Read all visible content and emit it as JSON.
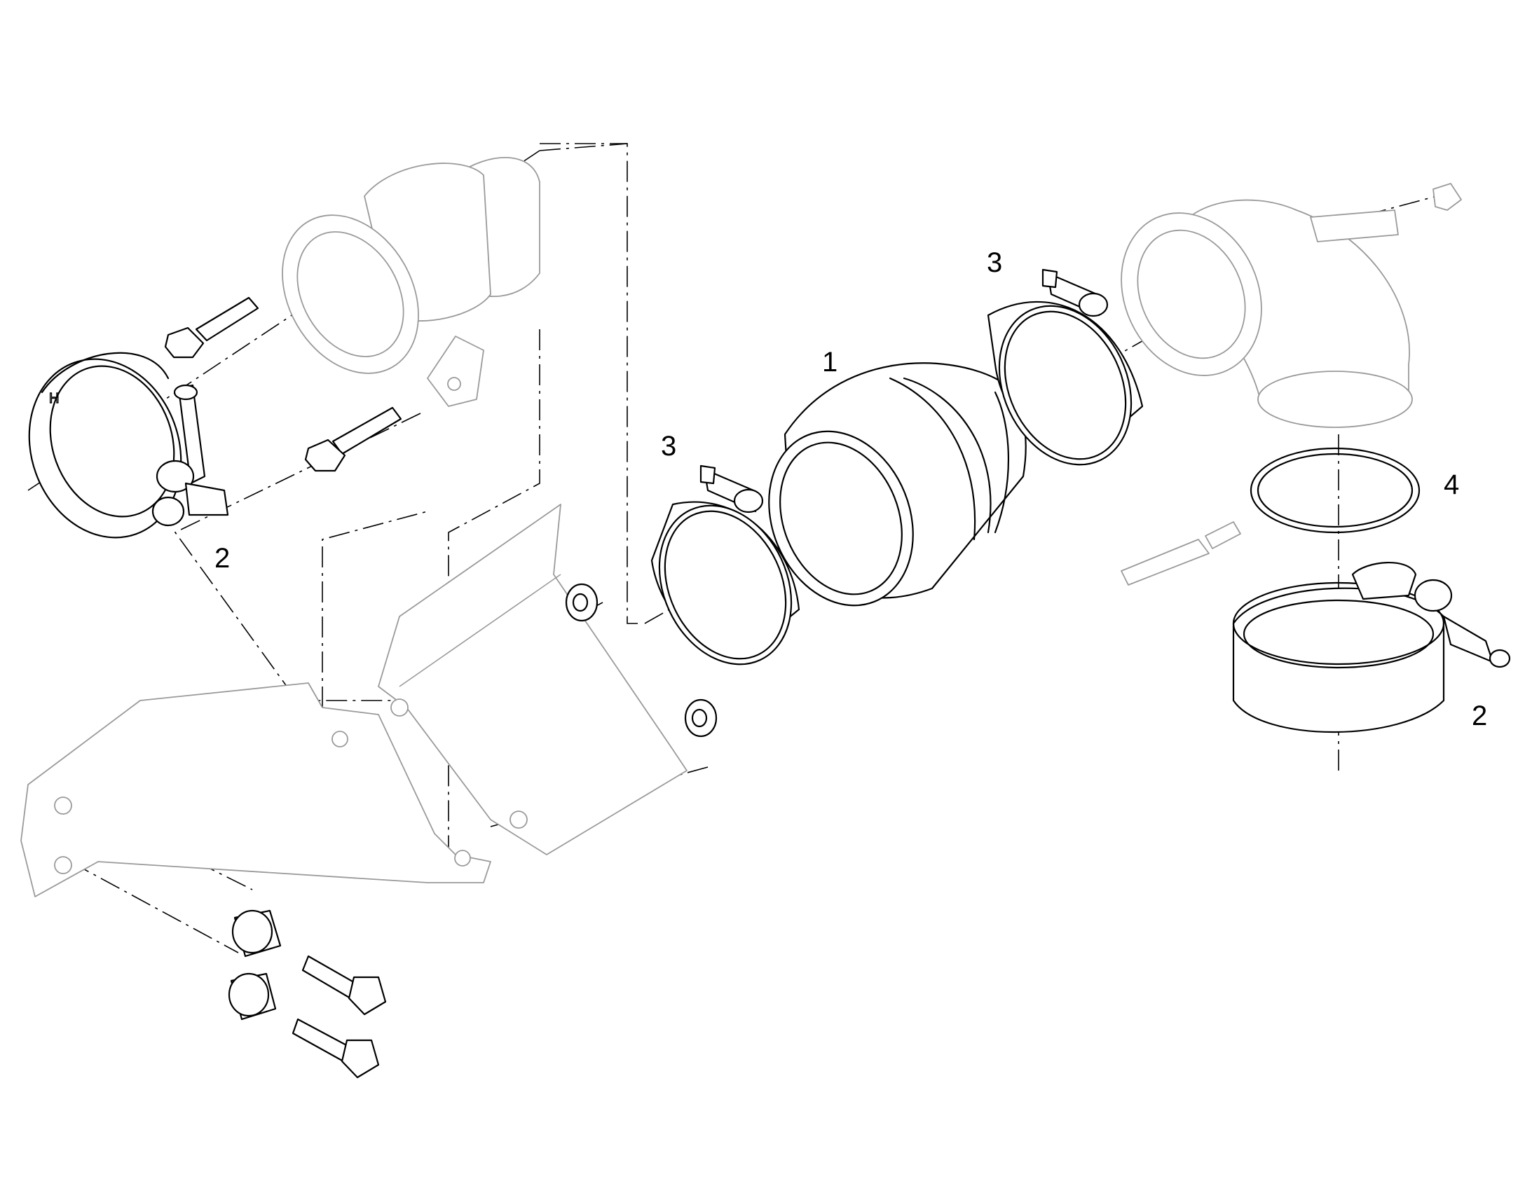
{
  "callouts": {
    "sleeve": "1",
    "clamp_left": "2",
    "clamp_right": "2",
    "hose_clamp_left": "3",
    "hose_clamp_right": "3",
    "gasket": "4"
  }
}
